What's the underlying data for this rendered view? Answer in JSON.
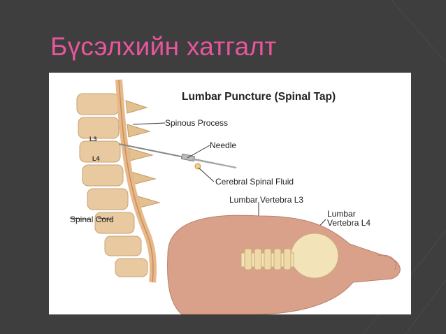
{
  "slide": {
    "title": "Бүсэлхийн хатгалт"
  },
  "figure": {
    "title": "Lumbar Puncture (Spinal Tap)",
    "labels": {
      "spinous_process": "Spinous Process",
      "needle": "Needle",
      "csf": "Cerebral Spinal Fluid",
      "lumbar_l3": "Lumbar Vertebra L3",
      "lumbar_l4_line1": "Lumbar",
      "lumbar_l4_line2": "Vertebra L4",
      "spinal_cord": "Spinal Cord",
      "vertebra_l3": "L3",
      "vertebra_l4": "L4"
    }
  },
  "colors": {
    "background": "#3e3e3e",
    "title": "#e8569e",
    "skin": "#d9a08a",
    "bone": "#f3e3b8",
    "cord": "#e7b98a"
  }
}
